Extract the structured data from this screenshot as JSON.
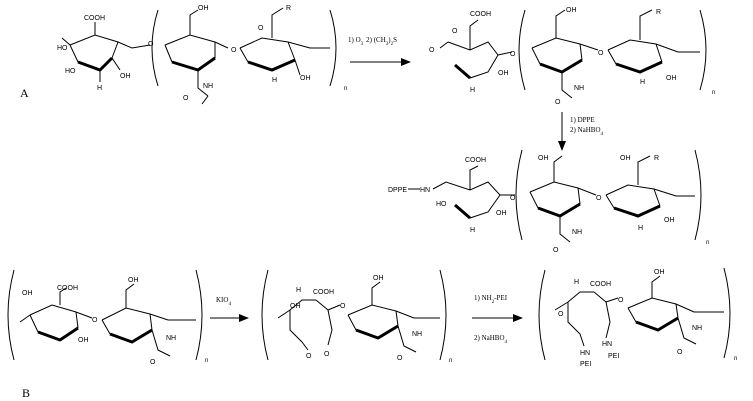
{
  "panels": {
    "a_label": "A",
    "b_label": "B"
  },
  "reactions": {
    "a_step1": {
      "reagent1": "1) O",
      "sub1": "3",
      "reagent2": "2) (CH",
      "sub2": "3",
      "reagent2_end": ")",
      "sub3": "2",
      "reagent2_tail": "S"
    },
    "a_step2": {
      "line1": "1) DPPE",
      "line2a": "2) NaHBO",
      "line2_sub": "4"
    },
    "b_step1": {
      "reagent": "KIO",
      "sub": "4"
    },
    "b_step2": {
      "line1": "1) NH",
      "line1_sub": "2",
      "line1_tail": "-PEI",
      "line2a": "2) NaHBO",
      "line2_sub": "4"
    }
  },
  "atoms": {
    "cooh": "COOH",
    "ho": "HO",
    "oh": "OH",
    "h": "H",
    "o": "O",
    "nh": "NH",
    "hn": "HN",
    "r": "R",
    "n": "n",
    "dppe": "DPPE",
    "pei": "PEI"
  }
}
